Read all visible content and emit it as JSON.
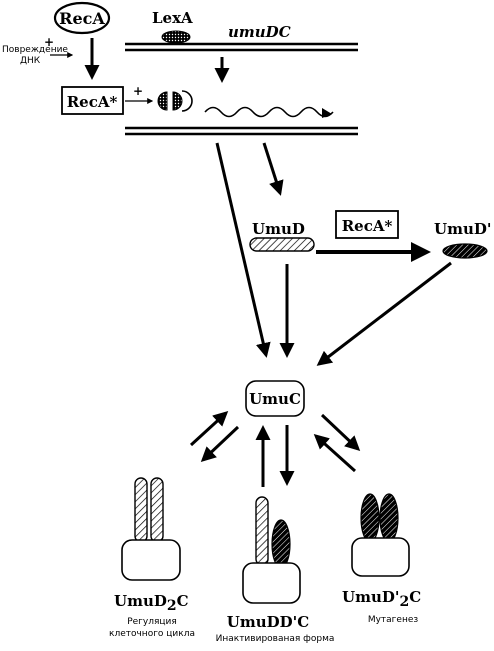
{
  "labels": {
    "reca": "RecA",
    "lexa": "LexA",
    "gene": "umuDC",
    "damage_line1": "Повреждение",
    "damage_line2": "ДНК",
    "plus": "+",
    "reca_star": "RecA*",
    "umud": "UmuD",
    "reca_star_mid": "RecA*",
    "umud_prime": "UmuD'",
    "umuc": "UmuC",
    "left_complex_name": "UmuD",
    "left_complex_sub": "2",
    "left_complex_tail": "C",
    "left_caption_line1": "Регуляция",
    "left_caption_line2": "клеточного цикла",
    "mid_complex_name": "UmuDD'C",
    "mid_caption": "Инактивированая форма",
    "right_complex_name": "UmuD'",
    "right_complex_sub": "2",
    "right_complex_tail": "C",
    "right_caption": "Мутагенез"
  },
  "colors": {
    "ink": "#000000",
    "paper": "#ffffff",
    "dark_fill": "#1a1a1a"
  }
}
